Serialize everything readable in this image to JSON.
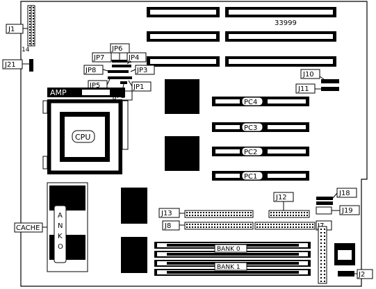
{
  "board": {
    "model": "33999",
    "jumper_pin_mark": "14"
  },
  "labels": {
    "j1": "J1",
    "j21": "J21",
    "jp6": "JP6",
    "jp7": "JP7",
    "jp4": "JP4",
    "jp8": "JP8",
    "jp3": "JP3",
    "jp5": "JP5",
    "jp1": "JP1",
    "jp2": "JP2",
    "j10": "J10",
    "j11": "J11",
    "amp": "AMP",
    "cpu": "CPU",
    "pc4": "PC4",
    "pc3": "PC3",
    "pc2": "PC2",
    "pc1": "PC1",
    "j12": "J12",
    "j18": "J18",
    "j19": "J19",
    "j13": "J13",
    "j8": "J8",
    "j7": "J7",
    "j2": "J2",
    "cache": "CACHE",
    "anko": [
      "A",
      "N",
      "K",
      "O"
    ],
    "bank0": "BANK  0",
    "bank1": "BANK  1"
  },
  "colors": {
    "ink": "#000000",
    "paper": "#ffffff"
  }
}
